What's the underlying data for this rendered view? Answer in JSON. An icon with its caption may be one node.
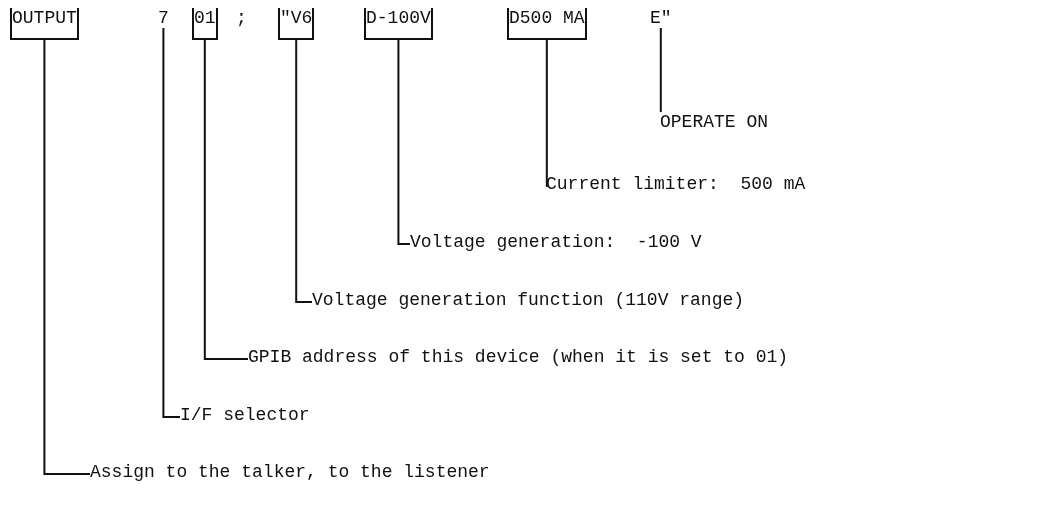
{
  "diagram": {
    "nodes": [
      {
        "text": [
          "OUTPUT"
        ]
      },
      {
        "text": [
          "7"
        ]
      },
      {
        "text": [
          "01"
        ]
      },
      {
        "text": [
          "\"V6"
        ]
      },
      {
        "text": [
          "D-100V"
        ]
      },
      {
        "text": [
          "D500 MA"
        ]
      },
      {
        "text": [
          "E\""
        ]
      },
      {
        "text": [
          "OPERATE ON"
        ]
      },
      {
        "text": [
          "Current limiter:  500 mA"
        ]
      },
      {
        "text": [
          "Voltage generation:  -100 V"
        ]
      },
      {
        "text": [
          "Voltage generation function (110V range)"
        ]
      },
      {
        "text": [
          "GPIB address of this device (when it is set to 01)"
        ]
      },
      {
        "text": [
          "I/F selector"
        ]
      },
      {
        "text": [
          "Assign to the talker, to the listener"
        ]
      }
    ],
    "edges": [
      {
        "from": 7,
        "to": 6,
        "arrow": "none"
      },
      {
        "from": 8,
        "to": 5,
        "arrow": "none"
      },
      {
        "from": 9,
        "to": 4,
        "arrow": "none"
      },
      {
        "from": 10,
        "to": 3,
        "arrow": "none"
      },
      {
        "from": 11,
        "to": 2,
        "arrow": "none"
      },
      {
        "from": 12,
        "to": 1,
        "arrow": "none"
      },
      {
        "from": 13,
        "to": 0,
        "arrow": "none"
      }
    ],
    "labels": [
      ";"
    ]
  }
}
